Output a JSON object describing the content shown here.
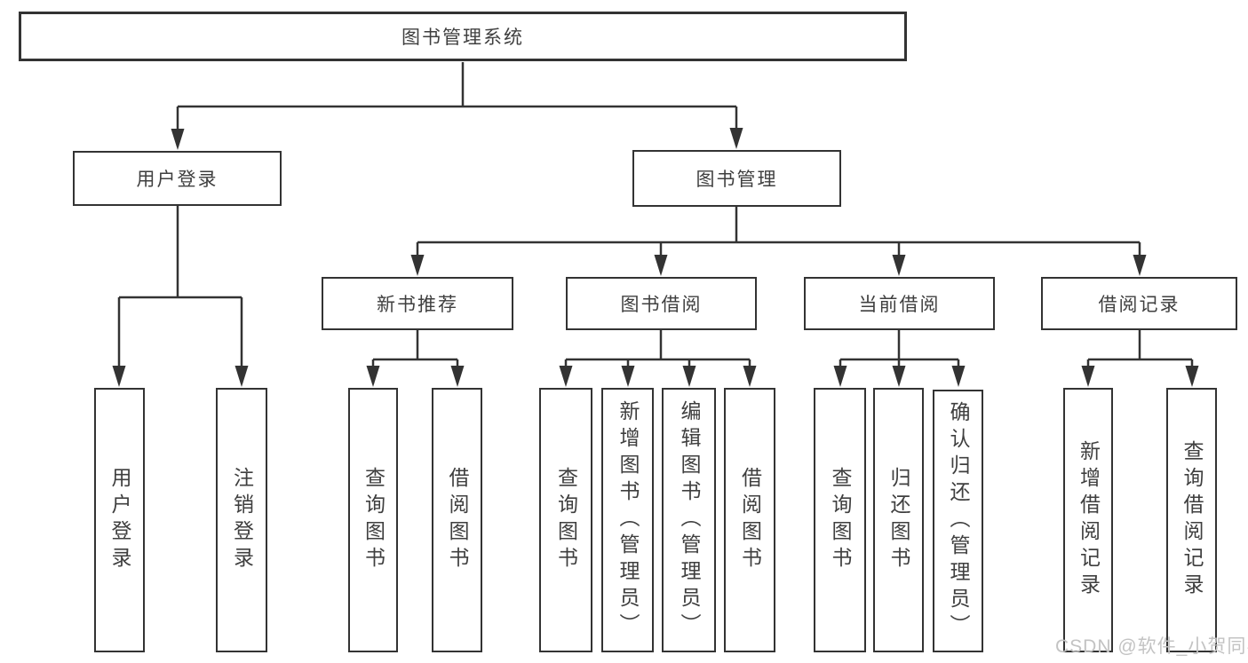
{
  "diagram": {
    "type": "hierarchy",
    "tree": {
      "label": "图书管理系统",
      "children": [
        {
          "label": "用户登录",
          "children": [
            {
              "label": "用户登录"
            },
            {
              "label": "注销登录"
            }
          ]
        },
        {
          "label": "图书管理",
          "children": [
            {
              "label": "新书推荐",
              "children": [
                {
                  "label": "查询图书"
                },
                {
                  "label": "借阅图书"
                }
              ]
            },
            {
              "label": "图书借阅",
              "children": [
                {
                  "label": "查询图书"
                },
                {
                  "label": "新增图书（管理员）"
                },
                {
                  "label": "编辑图书（管理员）"
                },
                {
                  "label": "借阅图书"
                }
              ]
            },
            {
              "label": "当前借阅",
              "children": [
                {
                  "label": "查询图书"
                },
                {
                  "label": "归还图书"
                },
                {
                  "label": "确认归还（管理员）"
                }
              ]
            },
            {
              "label": "借阅记录",
              "children": [
                {
                  "label": "新增借阅记录"
                },
                {
                  "label": "查询借阅记录"
                }
              ]
            }
          ]
        }
      ]
    },
    "colors": {
      "line": "#333333",
      "text": "#3f3f3f",
      "background": "#ffffff",
      "watermark": "#c3c3c3"
    }
  },
  "watermark": {
    "text": "CSDN @软件_小贺同学"
  }
}
